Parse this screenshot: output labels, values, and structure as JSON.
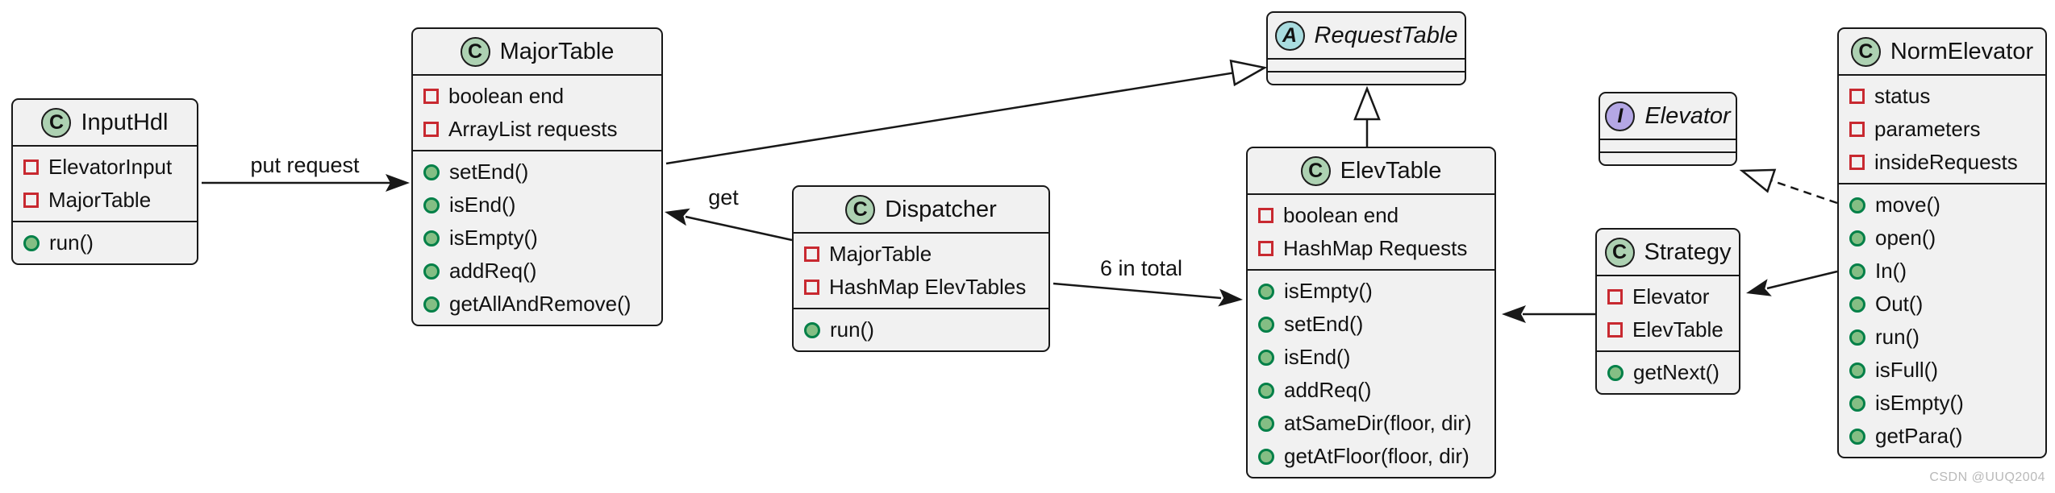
{
  "diagram_type": "uml-class-diagram",
  "watermark": "CSDN @UUQ2004",
  "colors": {
    "class_badge": "#ADD1B2",
    "abstract_badge": "#A9DCDF",
    "interface_badge": "#B4A7E5",
    "field_marker": "#C82930",
    "method_marker_fill": "#84BE84",
    "method_marker_border": "#038048",
    "box_background": "#F1F1F1",
    "box_border": "#181818"
  },
  "classes": [
    {
      "name": "InputHdl",
      "badge": "C",
      "kind": "class",
      "fields": [
        "ElevatorInput",
        "MajorTable"
      ],
      "methods": [
        "run()"
      ]
    },
    {
      "name": "MajorTable",
      "badge": "C",
      "kind": "class",
      "fields": [
        "boolean end",
        "ArrayList requests"
      ],
      "methods": [
        "setEnd()",
        "isEnd()",
        "isEmpty()",
        "addReq()",
        "getAllAndRemove()"
      ]
    },
    {
      "name": "RequestTable",
      "badge": "A",
      "kind": "abstract",
      "fields": [],
      "methods": []
    },
    {
      "name": "Dispatcher",
      "badge": "C",
      "kind": "class",
      "fields": [
        "MajorTable",
        "HashMap ElevTables"
      ],
      "methods": [
        "run()"
      ]
    },
    {
      "name": "ElevTable",
      "badge": "C",
      "kind": "class",
      "fields": [
        "boolean end",
        "HashMap Requests"
      ],
      "methods": [
        "isEmpty()",
        "setEnd()",
        "isEnd()",
        "addReq()",
        "atSameDir(floor, dir)",
        "getAtFloor(floor, dir)"
      ]
    },
    {
      "name": "Elevator",
      "badge": "I",
      "kind": "interface",
      "fields": [],
      "methods": []
    },
    {
      "name": "Strategy",
      "badge": "C",
      "kind": "class",
      "fields": [
        "Elevator",
        "ElevTable"
      ],
      "methods": [
        "getNext()"
      ]
    },
    {
      "name": "NormElevator",
      "badge": "C",
      "kind": "class",
      "fields": [
        "status",
        "parameters",
        "insideRequests"
      ],
      "methods": [
        "move()",
        "open()",
        "In()",
        "Out()",
        "run()",
        "isFull()",
        "isEmpty()",
        "getPara()"
      ]
    }
  ],
  "edges": {
    "put_request": {
      "label": "put request",
      "from": "InputHdl",
      "to": "MajorTable",
      "type": "directed-association"
    },
    "get": {
      "label": "get",
      "from": "Dispatcher",
      "to": "MajorTable",
      "type": "directed-association"
    },
    "six_in_total": {
      "label": "6 in total",
      "from": "Dispatcher",
      "to": "ElevTable",
      "type": "directed-association"
    },
    "major_extends_request": {
      "label": "",
      "from": "MajorTable",
      "to": "RequestTable",
      "type": "generalization"
    },
    "elev_extends_request": {
      "label": "",
      "from": "ElevTable",
      "to": "RequestTable",
      "type": "generalization"
    },
    "strategy_uses_elevtable": {
      "label": "",
      "from": "Strategy",
      "to": "ElevTable",
      "type": "directed-association"
    },
    "norm_uses_strategy": {
      "label": "",
      "from": "NormElevator",
      "to": "Strategy",
      "type": "directed-association"
    },
    "norm_implements_elevator": {
      "label": "",
      "from": "NormElevator",
      "to": "Elevator",
      "type": "realization"
    }
  }
}
